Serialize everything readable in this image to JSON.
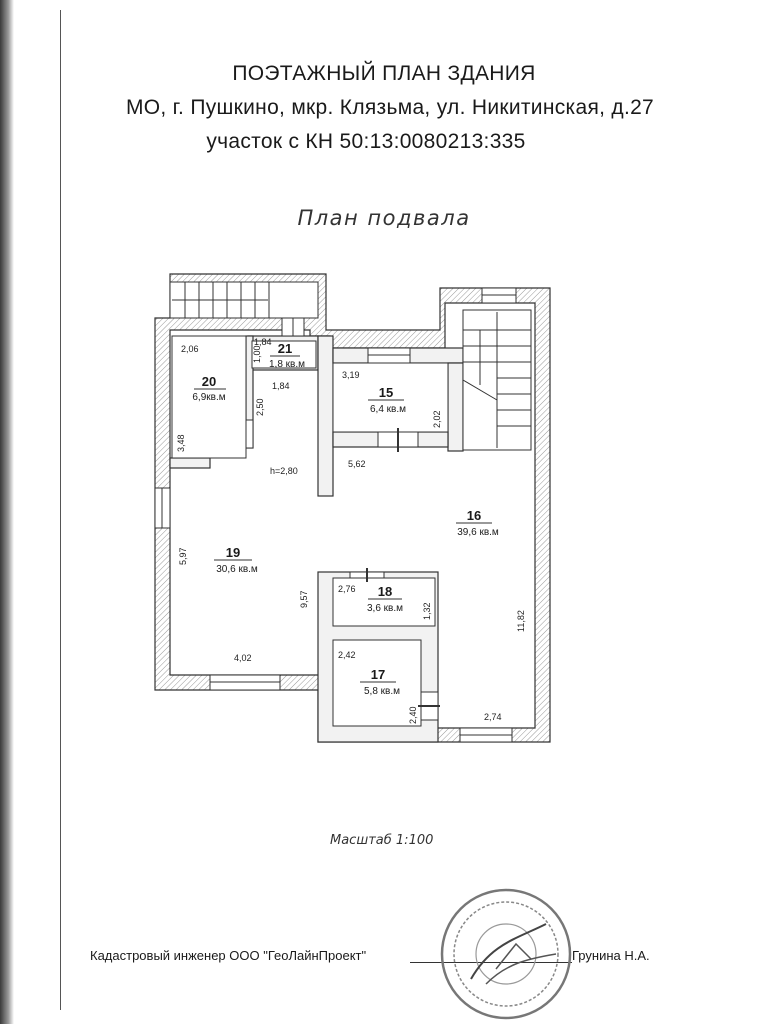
{
  "header": {
    "line1": "ПОЭТАЖНЫЙ ПЛАН ЗДАНИЯ",
    "line2": "МО, г. Пушкино, мкр. Клязьма, ул. Никитинская, д.27",
    "line3": "участок с КН 50:13:0080213:335"
  },
  "plan_title": "План подвала",
  "rooms": [
    {
      "num": "20",
      "area": "6,9кв.м"
    },
    {
      "num": "21",
      "area": "1,8 кв.м"
    },
    {
      "num": "15",
      "area": "6,4 кв.м"
    },
    {
      "num": "16",
      "area": "39,6 кв.м"
    },
    {
      "num": "19",
      "area": "30,6 кв.м"
    },
    {
      "num": "18",
      "area": "3,6 кв.м"
    },
    {
      "num": "17",
      "area": "5,8 кв.м"
    }
  ],
  "dims": {
    "d206": "2,06",
    "d184a": "1,84",
    "d100": "1,00",
    "d184b": "1,84",
    "d250": "2,50",
    "d348": "3,48",
    "d319": "3,19",
    "d202": "2,02",
    "d562": "5,62",
    "h280": "h=2,80",
    "d597": "5,97",
    "d957": "9,57",
    "d402": "4,02",
    "d276": "2,76",
    "d132": "1,32",
    "d1182": "11,82",
    "d242": "2,42",
    "d240": "2,40",
    "d274": "2,74"
  },
  "scale_text": "Масштаб 1:100",
  "footer": {
    "engineer": "Кадастровый инженер ООО \"ГеоЛайнПроект\"",
    "name": "Грунина Н.А."
  }
}
